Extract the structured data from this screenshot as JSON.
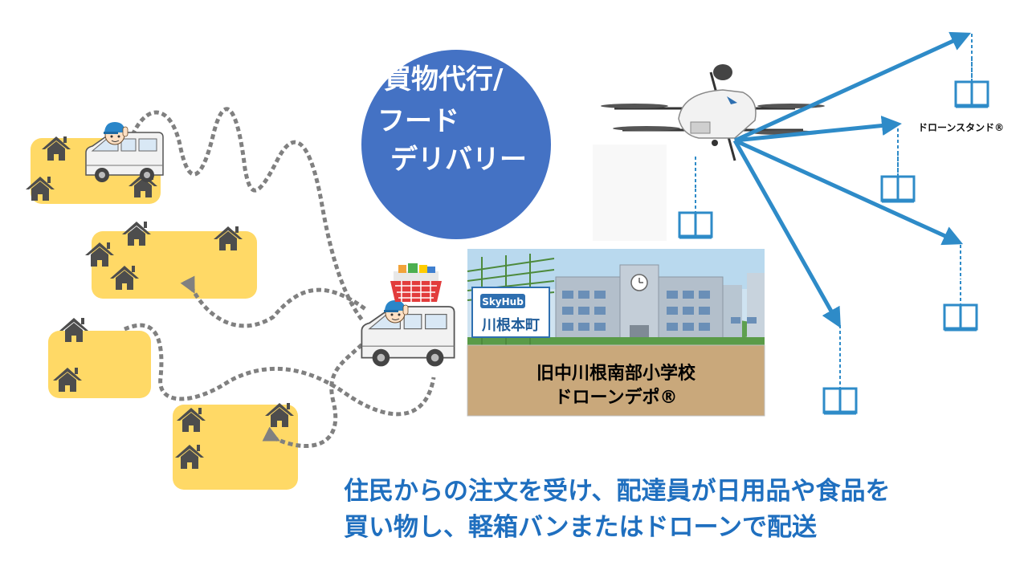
{
  "service_circle": {
    "line1": "買物代行/",
    "line2": "フード",
    "line3": "デリバリー"
  },
  "drone_stand_label": "ドローンスタンド®",
  "school": {
    "sign_logo": "SkyHub",
    "sign_name": "川根本町",
    "name_line1": "旧中川根南部小学校",
    "name_line2": "ドローンデポ®"
  },
  "caption": {
    "line1": "住民からの注文を受け、配達員が日用品や食品を",
    "line2": "買い物し、軽箱バンまたはドローンで配送"
  },
  "colors": {
    "circle": "#4472c4",
    "area": "#ffd966",
    "route": "#808080",
    "drone_route": "#2e8bc8",
    "caption": "#1f6fbf"
  }
}
